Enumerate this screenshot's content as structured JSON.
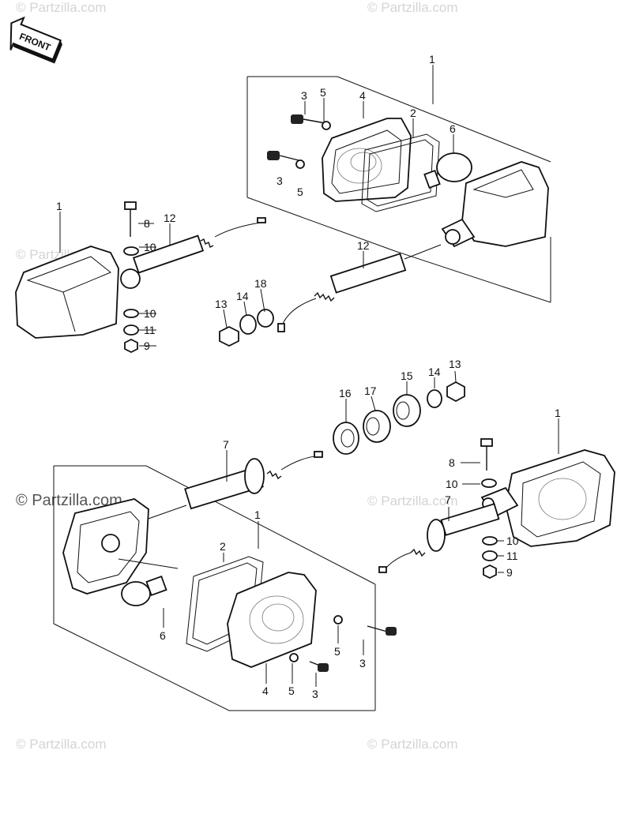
{
  "front_arrow": {
    "label": "FRONT"
  },
  "watermarks": [
    "© Partzilla.com",
    "© Partzilla.com",
    "© Partzilla.com",
    "© Partzilla.com",
    "© Partzilla.com",
    "© Partzilla.com",
    "© Partzilla.com"
  ],
  "upper_assembly": {
    "callouts": [
      "1",
      "4",
      "3",
      "5",
      "2",
      "6",
      "3",
      "5",
      "1",
      "8",
      "12",
      "10",
      "12",
      "18",
      "14",
      "13",
      "10",
      "11",
      "9"
    ]
  },
  "lower_assembly": {
    "callouts": [
      "16",
      "17",
      "15",
      "14",
      "13",
      "1",
      "7",
      "8",
      "10",
      "7",
      "1",
      "2",
      "10",
      "11",
      "9",
      "6",
      "5",
      "3",
      "4",
      "5",
      "3"
    ]
  }
}
